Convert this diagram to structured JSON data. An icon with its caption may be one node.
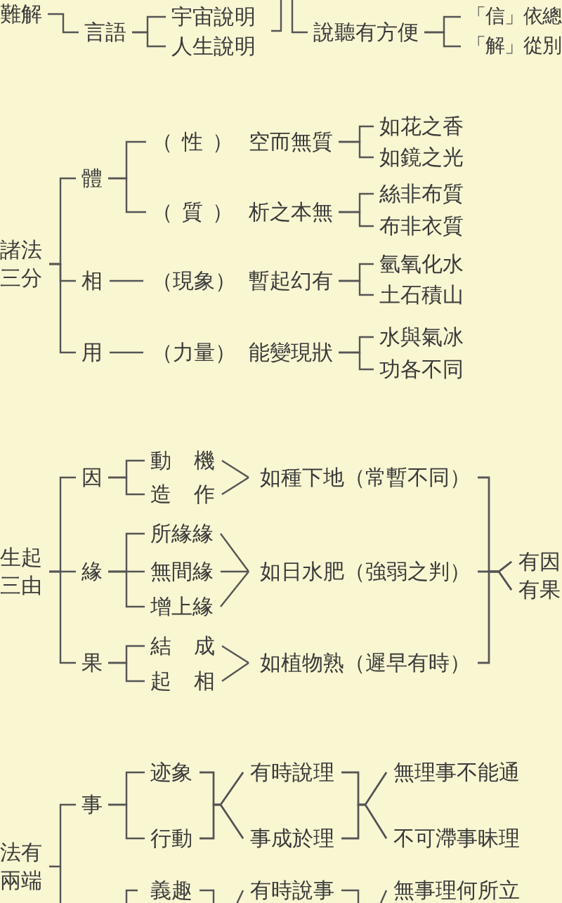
{
  "diagram": {
    "nodes": [
      {
        "text": [
          "難解"
        ]
      },
      {
        "text": [
          "言語"
        ]
      },
      {
        "text": [
          "宇宙說明"
        ]
      },
      {
        "text": [
          "人生說明"
        ]
      },
      {
        "text": [
          "說聽有方便"
        ]
      },
      {
        "text": [
          "「信」依總"
        ]
      },
      {
        "text": [
          "「解」從別"
        ]
      },
      {
        "text": [
          "諸法三分"
        ]
      },
      {
        "text": [
          "體"
        ]
      },
      {
        "text": [
          "相"
        ]
      },
      {
        "text": [
          "用"
        ]
      },
      {
        "text": [
          "（性）",
          "空而無質"
        ]
      },
      {
        "text": [
          "（質）",
          "析之本無"
        ]
      },
      {
        "text": [
          "如花之香"
        ]
      },
      {
        "text": [
          "如鏡之光"
        ]
      },
      {
        "text": [
          "絲非布質"
        ]
      },
      {
        "text": [
          "布非衣質"
        ]
      },
      {
        "text": [
          "（現象）",
          "暫起幻有"
        ]
      },
      {
        "text": [
          "氫氧化水"
        ]
      },
      {
        "text": [
          "土石積山"
        ]
      },
      {
        "text": [
          "（力量）",
          "能變現狀"
        ]
      },
      {
        "text": [
          "水與氣冰"
        ]
      },
      {
        "text": [
          "功各不同"
        ]
      },
      {
        "text": [
          "生起三由"
        ]
      },
      {
        "text": [
          "因"
        ]
      },
      {
        "text": [
          "緣"
        ]
      },
      {
        "text": [
          "果"
        ]
      },
      {
        "text": [
          "動機"
        ]
      },
      {
        "text": [
          "造作"
        ]
      },
      {
        "text": [
          "如種下地（常暫不同）"
        ]
      },
      {
        "text": [
          "所緣緣"
        ]
      },
      {
        "text": [
          "無間緣"
        ]
      },
      {
        "text": [
          "增上緣"
        ]
      },
      {
        "text": [
          "如日水肥（強弱之判）"
        ]
      },
      {
        "text": [
          "結成"
        ]
      },
      {
        "text": [
          "起相"
        ]
      },
      {
        "text": [
          "如植物熟（遲早有時）"
        ]
      },
      {
        "text": [
          "有因"
        ]
      },
      {
        "text": [
          "有果"
        ]
      },
      {
        "text": [
          "法有兩端"
        ]
      },
      {
        "text": [
          "事"
        ]
      },
      {
        "text": [
          "迹象"
        ]
      },
      {
        "text": [
          "行動"
        ]
      },
      {
        "text": [
          "有時說理"
        ]
      },
      {
        "text": [
          "事成於理"
        ]
      },
      {
        "text": [
          "無理事不能通"
        ]
      },
      {
        "text": [
          "不可滯事昧理"
        ]
      },
      {
        "text": [
          "義趣"
        ]
      },
      {
        "text": [
          "有時說事"
        ]
      },
      {
        "text": [
          "無事理何所立"
        ]
      }
    ],
    "edges": [
      {
        "from": 0,
        "to": 1,
        "arrow": "none"
      },
      {
        "from": 1,
        "to": 2,
        "arrow": "none"
      },
      {
        "from": 1,
        "to": 3,
        "arrow": "none"
      },
      {
        "from": 4,
        "to": 5,
        "arrow": "none"
      },
      {
        "from": 4,
        "to": 6,
        "arrow": "none"
      },
      {
        "from": 7,
        "to": 8,
        "arrow": "none"
      },
      {
        "from": 7,
        "to": 9,
        "arrow": "none"
      },
      {
        "from": 7,
        "to": 10,
        "arrow": "none"
      },
      {
        "from": 8,
        "to": 11,
        "arrow": "none"
      },
      {
        "from": 8,
        "to": 12,
        "arrow": "none"
      },
      {
        "from": 11,
        "to": 13,
        "arrow": "none"
      },
      {
        "from": 11,
        "to": 14,
        "arrow": "none"
      },
      {
        "from": 12,
        "to": 15,
        "arrow": "none"
      },
      {
        "from": 12,
        "to": 16,
        "arrow": "none"
      },
      {
        "from": 9,
        "to": 17,
        "arrow": "none"
      },
      {
        "from": 17,
        "to": 18,
        "arrow": "none"
      },
      {
        "from": 17,
        "to": 19,
        "arrow": "none"
      },
      {
        "from": 10,
        "to": 20,
        "arrow": "none"
      },
      {
        "from": 20,
        "to": 21,
        "arrow": "none"
      },
      {
        "from": 20,
        "to": 22,
        "arrow": "none"
      },
      {
        "from": 23,
        "to": 24,
        "arrow": "none"
      },
      {
        "from": 23,
        "to": 25,
        "arrow": "none"
      },
      {
        "from": 23,
        "to": 26,
        "arrow": "none"
      },
      {
        "from": 24,
        "to": 27,
        "arrow": "none"
      },
      {
        "from": 24,
        "to": 28,
        "arrow": "none"
      },
      {
        "from": 27,
        "to": 29,
        "arrow": "none"
      },
      {
        "from": 28,
        "to": 29,
        "arrow": "none"
      },
      {
        "from": 25,
        "to": 30,
        "arrow": "none"
      },
      {
        "from": 25,
        "to": 31,
        "arrow": "none"
      },
      {
        "from": 25,
        "to": 32,
        "arrow": "none"
      },
      {
        "from": 30,
        "to": 33,
        "arrow": "none"
      },
      {
        "from": 31,
        "to": 33,
        "arrow": "none"
      },
      {
        "from": 32,
        "to": 33,
        "arrow": "none"
      },
      {
        "from": 26,
        "to": 34,
        "arrow": "none"
      },
      {
        "from": 26,
        "to": 35,
        "arrow": "none"
      },
      {
        "from": 34,
        "to": 36,
        "arrow": "none"
      },
      {
        "from": 35,
        "to": 36,
        "arrow": "none"
      },
      {
        "from": 29,
        "to": 37,
        "arrow": "none"
      },
      {
        "from": 29,
        "to": 38,
        "arrow": "none"
      },
      {
        "from": 33,
        "to": 37,
        "arrow": "none"
      },
      {
        "from": 33,
        "to": 38,
        "arrow": "none"
      },
      {
        "from": 36,
        "to": 37,
        "arrow": "none"
      },
      {
        "from": 36,
        "to": 38,
        "arrow": "none"
      },
      {
        "from": 39,
        "to": 40,
        "arrow": "none"
      },
      {
        "from": 40,
        "to": 41,
        "arrow": "none"
      },
      {
        "from": 40,
        "to": 42,
        "arrow": "none"
      },
      {
        "from": 41,
        "to": 43,
        "arrow": "none"
      },
      {
        "from": 41,
        "to": 44,
        "arrow": "none"
      },
      {
        "from": 42,
        "to": 43,
        "arrow": "none"
      },
      {
        "from": 42,
        "to": 44,
        "arrow": "none"
      },
      {
        "from": 43,
        "to": 45,
        "arrow": "none"
      },
      {
        "from": 43,
        "to": 46,
        "arrow": "none"
      },
      {
        "from": 44,
        "to": 45,
        "arrow": "none"
      },
      {
        "from": 44,
        "to": 46,
        "arrow": "none"
      },
      {
        "from": 47,
        "to": 48,
        "arrow": "none"
      },
      {
        "from": 48,
        "to": 49,
        "arrow": "none"
      }
    ]
  }
}
